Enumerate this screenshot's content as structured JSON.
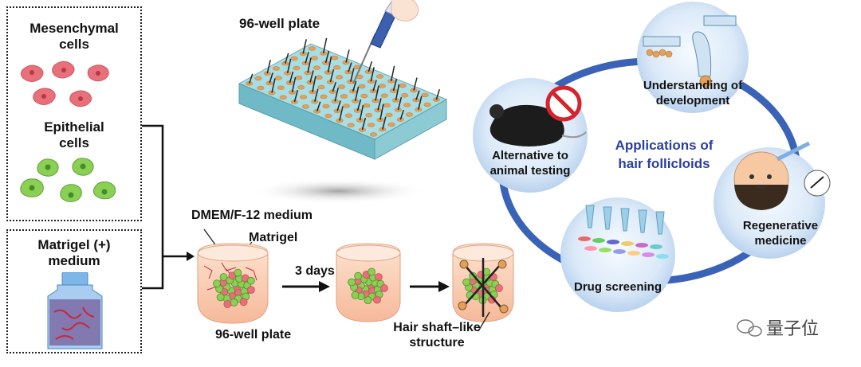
{
  "cells_box": {
    "mesenchymal_label_line1": "Mesenchymal",
    "mesenchymal_label_line2": "cells",
    "epithelial_label_line1": "Epithelial",
    "epithelial_label_line2": "cells"
  },
  "matrigel_box": {
    "label_line1": "Matrigel (+)",
    "label_line2": "medium"
  },
  "plate": {
    "top_label": "96-well plate"
  },
  "process": {
    "medium_label": "DMEM/F-12 medium",
    "matrigel_label": "Matrigel",
    "days_label": "3 days",
    "well_label": "96-well plate",
    "hair_label_line1": "Hair shaft–like",
    "hair_label_line2": "structure"
  },
  "applications": {
    "center_line1": "Applications of",
    "center_line2": "hair follicloids",
    "development_line1": "Understanding of",
    "development_line2": "development",
    "animal_line1": "Alternative to",
    "animal_line2": "animal testing",
    "regen_line1": "Regenerative",
    "regen_line2": "medicine",
    "drug_line1": "Drug screening"
  },
  "watermark": {
    "text": "量子位"
  },
  "colors": {
    "ring": "#3a63b8",
    "center_text": "#2a3f9e",
    "mesenchymal_cell": "#e8707a",
    "epithelial_cell": "#8ccf55",
    "plate_top": "#a9dde4",
    "plate_side": "#6fbac6",
    "well": "#e2a05a"
  }
}
